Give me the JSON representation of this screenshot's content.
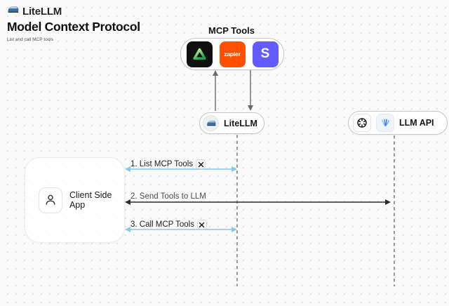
{
  "header": {
    "brand": "LiteLLM",
    "title": "Model Context Protocol",
    "subtitle": "List and call MCP tools"
  },
  "mcp_tools": {
    "label": "MCP Tools",
    "tools": [
      {
        "name": "green-triangle-tool",
        "bg": "#101010"
      },
      {
        "name": "zapier",
        "text": "zapier",
        "bg": "#FF4F00"
      },
      {
        "name": "stripe",
        "text": "S",
        "bg": "#635BFF"
      }
    ]
  },
  "nodes": {
    "litellm": {
      "label": "LiteLLM"
    },
    "llm_api": {
      "label": "LLM API"
    },
    "client": {
      "label": "Client Side App"
    }
  },
  "messages": [
    {
      "label": "1. List MCP Tools",
      "tool_icon": true
    },
    {
      "label": "2. Send Tools to LLM",
      "tool_icon": false
    },
    {
      "label": "3. Call MCP Tools",
      "tool_icon": true
    }
  ],
  "colors": {
    "background": "#FAFAFA",
    "blue_arrow": "#85C9EC",
    "dark_arrow": "#2D2D2D",
    "gray_arrow": "#6A6A6A",
    "zapier_orange": "#FF4F00",
    "stripe_purple": "#635BFF",
    "triangle_green_light": "#BBF18B",
    "triangle_green_dark": "#1FA34E",
    "litellm_logo_blue": "#3A6EA5"
  }
}
